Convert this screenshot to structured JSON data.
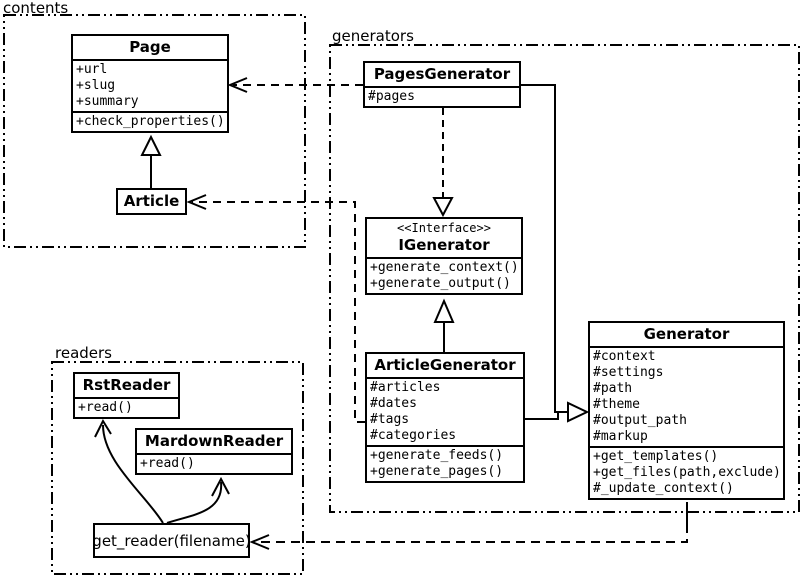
{
  "packages": {
    "contents": {
      "label": "contents"
    },
    "generators": {
      "label": "generators"
    },
    "readers": {
      "label": "readers"
    }
  },
  "classes": {
    "page": {
      "title": "Page",
      "attributes": [
        "+url",
        "+slug",
        "+summary"
      ],
      "methods": [
        "+check_properties()"
      ]
    },
    "article": {
      "title": "Article"
    },
    "pages_generator": {
      "title": "PagesGenerator",
      "attributes": [
        "#pages"
      ]
    },
    "igenerator": {
      "stereotype": "<<Interface>>",
      "title": "IGenerator",
      "methods": [
        "+generate_context()",
        "+generate_output()"
      ]
    },
    "article_generator": {
      "title": "ArticleGenerator",
      "attributes": [
        "#articles",
        "#dates",
        "#tags",
        "#categories"
      ],
      "methods": [
        "+generate_feeds()",
        "+generate_pages()"
      ]
    },
    "generator": {
      "title": "Generator",
      "attributes": [
        "#context",
        "#settings",
        "#path",
        "#theme",
        "#output_path",
        "#markup"
      ],
      "methods": [
        "+get_templates()",
        "+get_files(path,exclude)",
        "#_update_context()"
      ]
    },
    "rst_reader": {
      "title": "RstReader",
      "methods": [
        "+read()"
      ]
    },
    "markdown_reader": {
      "title": "MardownReader",
      "methods": [
        "+read()"
      ]
    }
  },
  "functions": {
    "get_reader": {
      "label": "get_reader(filename)"
    }
  },
  "relationships": [
    {
      "from": "Article",
      "to": "Page",
      "type": "generalization"
    },
    {
      "from": "PagesGenerator",
      "to": "IGenerator",
      "type": "realization"
    },
    {
      "from": "ArticleGenerator",
      "to": "IGenerator",
      "type": "generalization"
    },
    {
      "from": "PagesGenerator",
      "to": "Generator",
      "type": "generalization"
    },
    {
      "from": "ArticleGenerator",
      "to": "Generator",
      "type": "generalization"
    },
    {
      "from": "PagesGenerator",
      "to": "Page",
      "type": "dependency"
    },
    {
      "from": "ArticleGenerator",
      "to": "Article",
      "type": "dependency"
    },
    {
      "from": "Generator",
      "to": "get_reader(filename)",
      "type": "dependency"
    },
    {
      "from": "get_reader(filename)",
      "to": "RstReader",
      "type": "arrow"
    },
    {
      "from": "get_reader(filename)",
      "to": "MardownReader",
      "type": "arrow"
    }
  ],
  "colors": {
    "line": "#000000",
    "background": "#ffffff"
  }
}
